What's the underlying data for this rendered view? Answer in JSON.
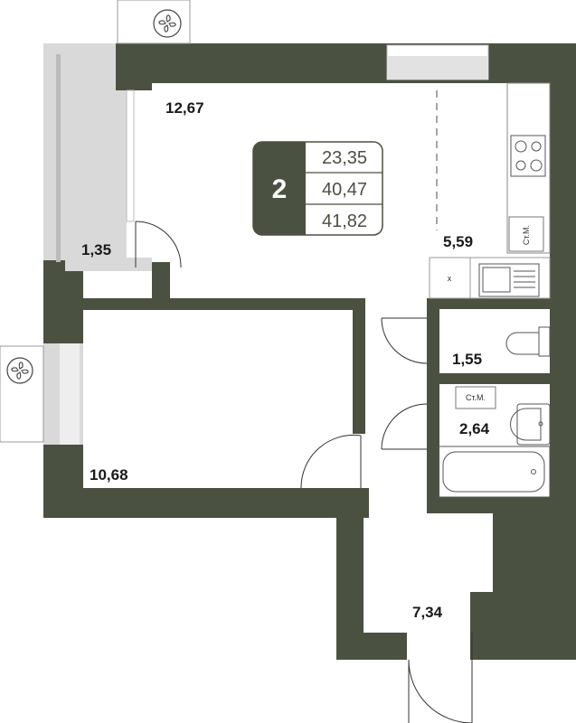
{
  "apartment": {
    "rooms_count": "2",
    "areas": [
      "23,35",
      "40,47",
      "41,82"
    ]
  },
  "rooms": {
    "living": "12,67",
    "balcony": "1,35",
    "kitchen": "5,59",
    "bedroom": "10,68",
    "wc": "1,55",
    "bathroom": "2,64",
    "hall": "7,34"
  },
  "markers": {
    "riser_kitchen": "Ст.М.",
    "riser_bath": "Ст.М.",
    "sink_mark": "x"
  },
  "icons": {
    "ac_unit": "fan-icon",
    "stove": "stove-icon",
    "sink": "sink-icon",
    "toilet": "toilet-icon",
    "washbasin": "washbasin-icon",
    "bathtub": "bathtub-icon"
  },
  "colors": {
    "wall": "#4a5140",
    "window": "#d9d9d9",
    "line": "#333333"
  }
}
